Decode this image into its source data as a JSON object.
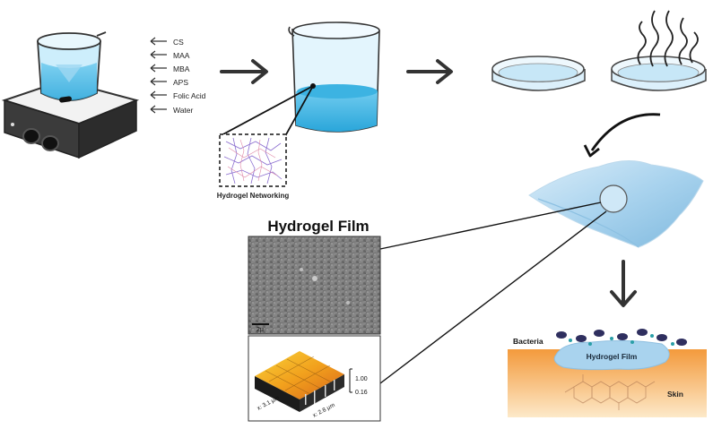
{
  "ingredients": [
    "CS",
    "MAA",
    "MBA",
    "APS",
    "Folic Acid",
    "Water"
  ],
  "network_label": "Hydrogel Networking",
  "film_title": "Hydrogel Film",
  "sem_scale": "2μ",
  "afm": {
    "x_label": "x: 3.1 μm",
    "y_label": "x: 2.8 μm",
    "z_max": "1.00",
    "z_min": "0.16"
  },
  "skin_panel": {
    "bacteria_label": "Bacteria",
    "film_label": "Hydrogel Film",
    "skin_label": "Skin"
  },
  "colors": {
    "water": "#3fb6e3",
    "film": "#a9d3ee",
    "skin_top": "#f6a34a",
    "skin_bottom": "#fde7c4",
    "bacteria": "#2f2f5f",
    "arrow": "#333333"
  }
}
